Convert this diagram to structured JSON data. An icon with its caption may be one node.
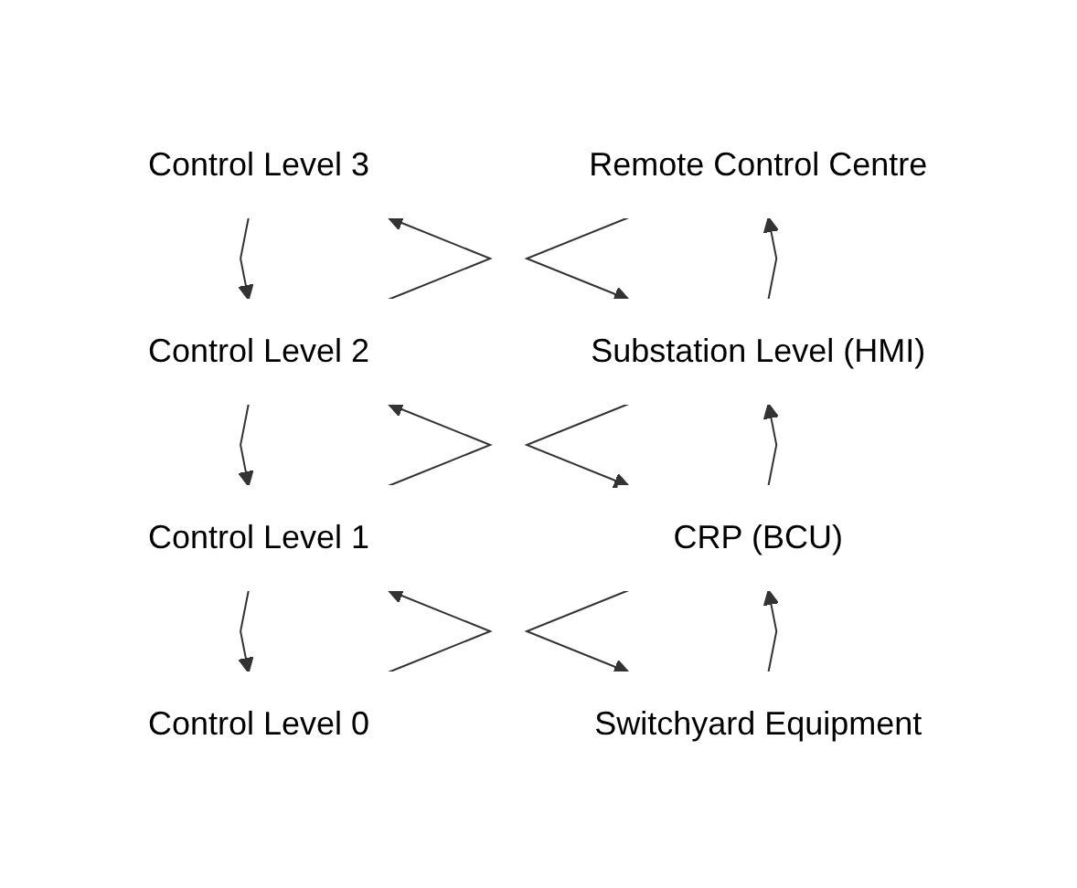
{
  "diagram": {
    "nodes": [
      {
        "text": [
          "Control Level 3"
        ]
      },
      {
        "text": [
          "Remote Control Centre"
        ]
      },
      {
        "text": [
          "Control Level 2"
        ]
      },
      {
        "text": [
          "Substation Level (HMI)"
        ]
      },
      {
        "text": [
          "Control Level 1"
        ]
      },
      {
        "text": [
          "CRP (BCU)"
        ]
      },
      {
        "text": [
          "Control Level 0"
        ]
      },
      {
        "text": [
          "Switchyard Equipment"
        ]
      }
    ],
    "edges": [
      {
        "from": 2,
        "to": 0,
        "arrow": "to"
      },
      {
        "from": 0,
        "to": 2,
        "arrow": "to"
      },
      {
        "from": 3,
        "to": 1,
        "arrow": "to"
      },
      {
        "from": 1,
        "to": 3,
        "arrow": "to"
      },
      {
        "from": 4,
        "to": 2,
        "arrow": "to"
      },
      {
        "from": 2,
        "to": 4,
        "arrow": "to"
      },
      {
        "from": 5,
        "to": 3,
        "arrow": "to"
      },
      {
        "from": 3,
        "to": 5,
        "arrow": "to"
      },
      {
        "from": 6,
        "to": 4,
        "arrow": "to"
      },
      {
        "from": 4,
        "to": 6,
        "arrow": "to"
      },
      {
        "from": 7,
        "to": 5,
        "arrow": "to"
      },
      {
        "from": 5,
        "to": 7,
        "arrow": "to"
      }
    ]
  }
}
